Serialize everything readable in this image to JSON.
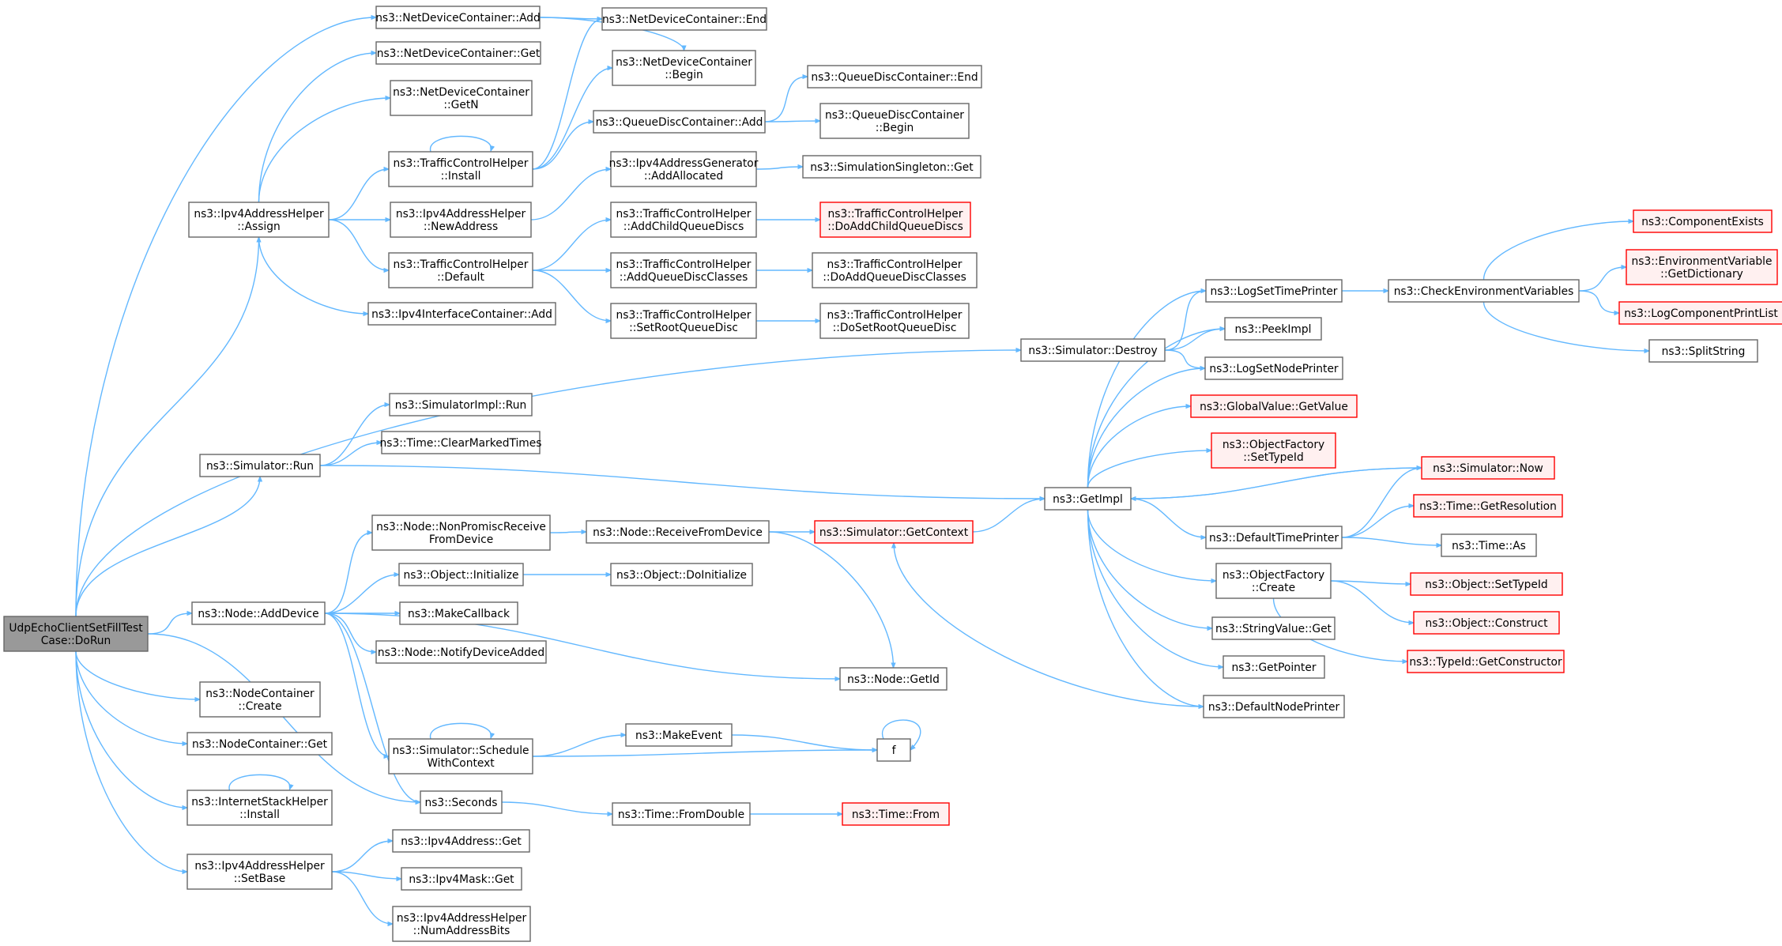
{
  "colors": {
    "edge": "#63b8ff",
    "node_border": "#666666",
    "node_fill": "#ffffff",
    "root_fill": "#999999",
    "undocumented_border": "#ff0000",
    "undocumented_fill": "#fff0f0"
  },
  "nodes": [
    {
      "id": "root",
      "lines": [
        "UdpEchoClientSetFillTest",
        "Case::DoRun"
      ],
      "kind": "root"
    },
    {
      "id": "ndc_add",
      "lines": [
        "ns3::NetDeviceContainer::Add"
      ],
      "kind": "normal"
    },
    {
      "id": "ndc_get",
      "lines": [
        "ns3::NetDeviceContainer::Get"
      ],
      "kind": "normal"
    },
    {
      "id": "ndc_getn",
      "lines": [
        "ns3::NetDeviceContainer",
        "::GetN"
      ],
      "kind": "normal"
    },
    {
      "id": "tch_install",
      "lines": [
        "ns3::TrafficControlHelper",
        "::Install"
      ],
      "kind": "normal"
    },
    {
      "id": "ipv4h_assign",
      "lines": [
        "ns3::Ipv4AddressHelper",
        "::Assign"
      ],
      "kind": "normal"
    },
    {
      "id": "ipv4h_newaddr",
      "lines": [
        "ns3::Ipv4AddressHelper",
        "::NewAddress"
      ],
      "kind": "normal"
    },
    {
      "id": "tch_default",
      "lines": [
        "ns3::TrafficControlHelper",
        "::Default"
      ],
      "kind": "normal"
    },
    {
      "id": "ipv4ic_add",
      "lines": [
        "ns3::Ipv4InterfaceContainer::Add"
      ],
      "kind": "normal"
    },
    {
      "id": "ndc_end",
      "lines": [
        "ns3::NetDeviceContainer::End"
      ],
      "kind": "normal"
    },
    {
      "id": "ndc_begin",
      "lines": [
        "ns3::NetDeviceContainer",
        "::Begin"
      ],
      "kind": "normal"
    },
    {
      "id": "qdc_add",
      "lines": [
        "ns3::QueueDiscContainer::Add"
      ],
      "kind": "normal"
    },
    {
      "id": "qdc_end",
      "lines": [
        "ns3::QueueDiscContainer::End"
      ],
      "kind": "normal"
    },
    {
      "id": "qdc_begin",
      "lines": [
        "ns3::QueueDiscContainer",
        "::Begin"
      ],
      "kind": "normal"
    },
    {
      "id": "ipv4gen_addalloc",
      "lines": [
        "ns3::Ipv4AddressGenerator",
        "::AddAllocated"
      ],
      "kind": "normal"
    },
    {
      "id": "simsingleton_get",
      "lines": [
        "ns3::SimulationSingleton::Get"
      ],
      "kind": "normal"
    },
    {
      "id": "tch_addchildqd",
      "lines": [
        "ns3::TrafficControlHelper",
        "::AddChildQueueDiscs"
      ],
      "kind": "normal"
    },
    {
      "id": "tch_doaddchildqd",
      "lines": [
        "ns3::TrafficControlHelper",
        "::DoAddChildQueueDiscs"
      ],
      "kind": "undocumented"
    },
    {
      "id": "tch_addqdclasses",
      "lines": [
        "ns3::TrafficControlHelper",
        "::AddQueueDiscClasses"
      ],
      "kind": "normal"
    },
    {
      "id": "tch_doaddqdclasses",
      "lines": [
        "ns3::TrafficControlHelper",
        "::DoAddQueueDiscClasses"
      ],
      "kind": "normal"
    },
    {
      "id": "tch_setrootqd",
      "lines": [
        "ns3::TrafficControlHelper",
        "::SetRootQueueDisc"
      ],
      "kind": "normal"
    },
    {
      "id": "tch_dosetrootqd",
      "lines": [
        "ns3::TrafficControlHelper",
        "::DoSetRootQueueDisc"
      ],
      "kind": "normal"
    },
    {
      "id": "sim_destroy",
      "lines": [
        "ns3::Simulator::Destroy"
      ],
      "kind": "normal"
    },
    {
      "id": "simimpl_run",
      "lines": [
        "ns3::SimulatorImpl::Run"
      ],
      "kind": "normal"
    },
    {
      "id": "time_clearmarked",
      "lines": [
        "ns3::Time::ClearMarkedTimes"
      ],
      "kind": "normal"
    },
    {
      "id": "sim_run",
      "lines": [
        "ns3::Simulator::Run"
      ],
      "kind": "normal"
    },
    {
      "id": "node_nonpromisc",
      "lines": [
        "ns3::Node::NonPromiscReceive",
        "FromDevice"
      ],
      "kind": "normal"
    },
    {
      "id": "node_recvfromdev",
      "lines": [
        "ns3::Node::ReceiveFromDevice"
      ],
      "kind": "normal"
    },
    {
      "id": "sim_getcontext",
      "lines": [
        "ns3::Simulator::GetContext"
      ],
      "kind": "undocumented"
    },
    {
      "id": "obj_initialize",
      "lines": [
        "ns3::Object::Initialize"
      ],
      "kind": "normal"
    },
    {
      "id": "obj_doinitialize",
      "lines": [
        "ns3::Object::DoInitialize"
      ],
      "kind": "normal"
    },
    {
      "id": "node_adddevice",
      "lines": [
        "ns3::Node::AddDevice"
      ],
      "kind": "normal"
    },
    {
      "id": "makecallback",
      "lines": [
        "ns3::MakeCallback"
      ],
      "kind": "normal"
    },
    {
      "id": "node_notifydevadded",
      "lines": [
        "ns3::Node::NotifyDeviceAdded"
      ],
      "kind": "normal"
    },
    {
      "id": "node_getid",
      "lines": [
        "ns3::Node::GetId"
      ],
      "kind": "normal"
    },
    {
      "id": "nc_create",
      "lines": [
        "ns3::NodeContainer",
        "::Create"
      ],
      "kind": "normal"
    },
    {
      "id": "nc_get",
      "lines": [
        "ns3::NodeContainer::Get"
      ],
      "kind": "normal"
    },
    {
      "id": "sim_schedwithctx",
      "lines": [
        "ns3::Simulator::Schedule",
        "WithContext"
      ],
      "kind": "normal"
    },
    {
      "id": "makeevent",
      "lines": [
        "ns3::MakeEvent"
      ],
      "kind": "normal"
    },
    {
      "id": "f",
      "lines": [
        "f"
      ],
      "kind": "normal"
    },
    {
      "id": "ish_install",
      "lines": [
        "ns3::InternetStackHelper",
        "::Install"
      ],
      "kind": "normal"
    },
    {
      "id": "seconds",
      "lines": [
        "ns3::Seconds"
      ],
      "kind": "normal"
    },
    {
      "id": "time_fromdouble",
      "lines": [
        "ns3::Time::FromDouble"
      ],
      "kind": "normal"
    },
    {
      "id": "time_from",
      "lines": [
        "ns3::Time::From"
      ],
      "kind": "undocumented"
    },
    {
      "id": "ipv4h_setbase",
      "lines": [
        "ns3::Ipv4AddressHelper",
        "::SetBase"
      ],
      "kind": "normal"
    },
    {
      "id": "ipv4addr_get",
      "lines": [
        "ns3::Ipv4Address::Get"
      ],
      "kind": "normal"
    },
    {
      "id": "ipv4mask_get",
      "lines": [
        "ns3::Ipv4Mask::Get"
      ],
      "kind": "normal"
    },
    {
      "id": "ipv4h_numaddrbits",
      "lines": [
        "ns3::Ipv4AddressHelper",
        "::NumAddressBits"
      ],
      "kind": "normal"
    },
    {
      "id": "getimpl",
      "lines": [
        "ns3::GetImpl"
      ],
      "kind": "normal"
    },
    {
      "id": "logsettimeprinter",
      "lines": [
        "ns3::LogSetTimePrinter"
      ],
      "kind": "normal"
    },
    {
      "id": "peekimpl",
      "lines": [
        "ns3::PeekImpl"
      ],
      "kind": "normal"
    },
    {
      "id": "logsetnodeprinter",
      "lines": [
        "ns3::LogSetNodePrinter"
      ],
      "kind": "normal"
    },
    {
      "id": "globalvalue_getvalue",
      "lines": [
        "ns3::GlobalValue::GetValue"
      ],
      "kind": "undocumented"
    },
    {
      "id": "objfactory_settypeid",
      "lines": [
        "ns3::ObjectFactory",
        "::SetTypeId"
      ],
      "kind": "undocumented"
    },
    {
      "id": "defaulttimeprinter",
      "lines": [
        "ns3::DefaultTimePrinter"
      ],
      "kind": "normal"
    },
    {
      "id": "objfactory_create",
      "lines": [
        "ns3::ObjectFactory",
        "::Create"
      ],
      "kind": "normal"
    },
    {
      "id": "stringvalue_get",
      "lines": [
        "ns3::StringValue::Get"
      ],
      "kind": "normal"
    },
    {
      "id": "getpointer",
      "lines": [
        "ns3::GetPointer"
      ],
      "kind": "normal"
    },
    {
      "id": "defaultnodeprinter",
      "lines": [
        "ns3::DefaultNodePrinter"
      ],
      "kind": "normal"
    },
    {
      "id": "checkenvvars",
      "lines": [
        "ns3::CheckEnvironmentVariables"
      ],
      "kind": "normal"
    },
    {
      "id": "componentexists",
      "lines": [
        "ns3::ComponentExists"
      ],
      "kind": "undocumented"
    },
    {
      "id": "envvar_getdict",
      "lines": [
        "ns3::EnvironmentVariable",
        "::GetDictionary"
      ],
      "kind": "undocumented"
    },
    {
      "id": "logcompprintlist",
      "lines": [
        "ns3::LogComponentPrintList"
      ],
      "kind": "undocumented"
    },
    {
      "id": "splitstring",
      "lines": [
        "ns3::SplitString"
      ],
      "kind": "normal"
    },
    {
      "id": "sim_now",
      "lines": [
        "ns3::Simulator::Now"
      ],
      "kind": "undocumented"
    },
    {
      "id": "time_getresolution",
      "lines": [
        "ns3::Time::GetResolution"
      ],
      "kind": "undocumented"
    },
    {
      "id": "time_as",
      "lines": [
        "ns3::Time::As"
      ],
      "kind": "normal"
    },
    {
      "id": "obj_settypeid",
      "lines": [
        "ns3::Object::SetTypeId"
      ],
      "kind": "undocumented"
    },
    {
      "id": "obj_construct",
      "lines": [
        "ns3::Object::Construct"
      ],
      "kind": "undocumented"
    },
    {
      "id": "typeid_getconstructor",
      "lines": [
        "ns3::TypeId::GetConstructor"
      ],
      "kind": "undocumented"
    }
  ],
  "edges": [
    [
      "root",
      "ndc_add"
    ],
    [
      "root",
      "ipv4h_assign"
    ],
    [
      "root",
      "sim_destroy"
    ],
    [
      "root",
      "sim_run"
    ],
    [
      "root",
      "node_adddevice"
    ],
    [
      "root",
      "nc_create"
    ],
    [
      "root",
      "nc_get"
    ],
    [
      "root",
      "ish_install"
    ],
    [
      "root",
      "ipv4h_setbase"
    ],
    [
      "root",
      "seconds"
    ],
    [
      "ndc_add",
      "ndc_end"
    ],
    [
      "ndc_add",
      "ndc_begin"
    ],
    [
      "ipv4h_assign",
      "ndc_get"
    ],
    [
      "ipv4h_assign",
      "ndc_getn"
    ],
    [
      "ipv4h_assign",
      "tch_install"
    ],
    [
      "ipv4h_assign",
      "ipv4h_newaddr"
    ],
    [
      "ipv4h_assign",
      "tch_default"
    ],
    [
      "ipv4h_assign",
      "ipv4ic_add"
    ],
    [
      "tch_install",
      "tch_install"
    ],
    [
      "tch_install",
      "ndc_end"
    ],
    [
      "tch_install",
      "ndc_begin"
    ],
    [
      "tch_install",
      "qdc_add"
    ],
    [
      "qdc_add",
      "qdc_end"
    ],
    [
      "qdc_add",
      "qdc_begin"
    ],
    [
      "ipv4h_newaddr",
      "ipv4gen_addalloc"
    ],
    [
      "ipv4gen_addalloc",
      "simsingleton_get"
    ],
    [
      "tch_default",
      "tch_addchildqd"
    ],
    [
      "tch_default",
      "tch_addqdclasses"
    ],
    [
      "tch_default",
      "tch_setrootqd"
    ],
    [
      "tch_addchildqd",
      "tch_doaddchildqd"
    ],
    [
      "tch_addqdclasses",
      "tch_doaddqdclasses"
    ],
    [
      "tch_setrootqd",
      "tch_dosetrootqd"
    ],
    [
      "sim_destroy",
      "logsettimeprinter"
    ],
    [
      "sim_destroy",
      "peekimpl"
    ],
    [
      "sim_destroy",
      "logsetnodeprinter"
    ],
    [
      "sim_run",
      "simimpl_run"
    ],
    [
      "sim_run",
      "time_clearmarked"
    ],
    [
      "sim_run",
      "getimpl"
    ],
    [
      "node_adddevice",
      "node_nonpromisc"
    ],
    [
      "node_adddevice",
      "obj_initialize"
    ],
    [
      "node_adddevice",
      "makecallback"
    ],
    [
      "node_adddevice",
      "node_notifydevadded"
    ],
    [
      "node_adddevice",
      "node_getid"
    ],
    [
      "node_adddevice",
      "sim_schedwithctx"
    ],
    [
      "node_adddevice",
      "seconds"
    ],
    [
      "node_nonpromisc",
      "node_recvfromdev"
    ],
    [
      "node_recvfromdev",
      "sim_getcontext"
    ],
    [
      "node_recvfromdev",
      "node_getid"
    ],
    [
      "sim_getcontext",
      "getimpl"
    ],
    [
      "obj_initialize",
      "obj_doinitialize"
    ],
    [
      "sim_schedwithctx",
      "sim_schedwithctx"
    ],
    [
      "sim_schedwithctx",
      "makeevent"
    ],
    [
      "sim_schedwithctx",
      "f"
    ],
    [
      "makeevent",
      "f"
    ],
    [
      "f",
      "f"
    ],
    [
      "ish_install",
      "ish_install"
    ],
    [
      "seconds",
      "time_fromdouble"
    ],
    [
      "time_fromdouble",
      "time_from"
    ],
    [
      "ipv4h_setbase",
      "ipv4addr_get"
    ],
    [
      "ipv4h_setbase",
      "ipv4mask_get"
    ],
    [
      "ipv4h_setbase",
      "ipv4h_numaddrbits"
    ],
    [
      "getimpl",
      "logsettimeprinter"
    ],
    [
      "getimpl",
      "peekimpl"
    ],
    [
      "getimpl",
      "logsetnodeprinter"
    ],
    [
      "getimpl",
      "globalvalue_getvalue"
    ],
    [
      "getimpl",
      "objfactory_settypeid"
    ],
    [
      "getimpl",
      "sim_now"
    ],
    [
      "getimpl",
      "defaulttimeprinter"
    ],
    [
      "getimpl",
      "objfactory_create"
    ],
    [
      "getimpl",
      "stringvalue_get"
    ],
    [
      "getimpl",
      "getpointer"
    ],
    [
      "getimpl",
      "defaultnodeprinter"
    ],
    [
      "logsettimeprinter",
      "checkenvvars"
    ],
    [
      "checkenvvars",
      "componentexists"
    ],
    [
      "checkenvvars",
      "envvar_getdict"
    ],
    [
      "checkenvvars",
      "logcompprintlist"
    ],
    [
      "checkenvvars",
      "splitstring"
    ],
    [
      "defaulttimeprinter",
      "sim_now"
    ],
    [
      "defaulttimeprinter",
      "time_getresolution"
    ],
    [
      "defaulttimeprinter",
      "time_as"
    ],
    [
      "objfactory_create",
      "obj_settypeid"
    ],
    [
      "objfactory_create",
      "obj_construct"
    ],
    [
      "objfactory_create",
      "typeid_getconstructor"
    ],
    [
      "defaultnodeprinter",
      "sim_getcontext"
    ],
    [
      "sim_now",
      "getimpl"
    ]
  ]
}
